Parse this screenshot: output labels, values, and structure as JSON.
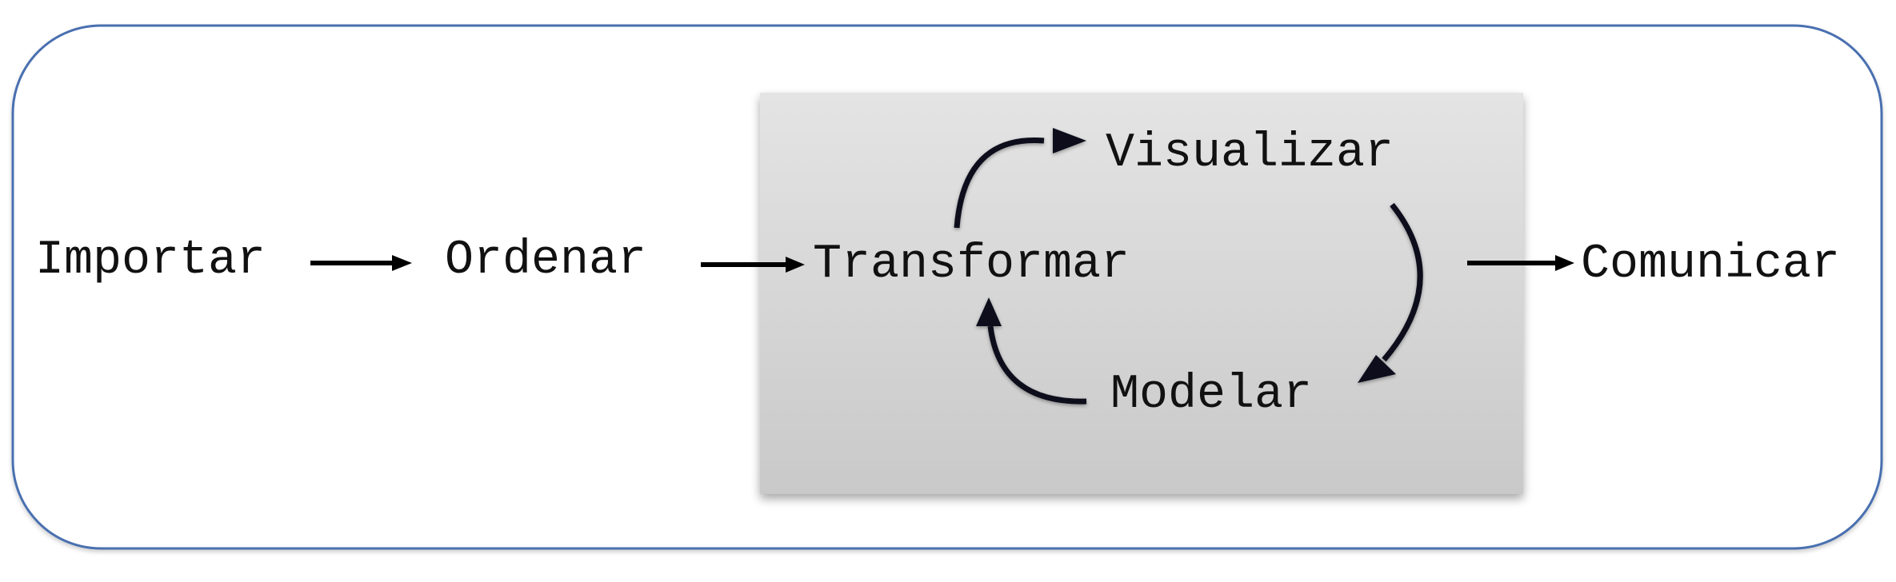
{
  "nodes": {
    "import": "Importar",
    "tidy": "Ordenar",
    "transform": "Transformar",
    "visualize": "Visualizar",
    "model": "Modelar",
    "communicate": "Comunicar"
  },
  "colors": {
    "frame_stroke": "#4a6fb0",
    "panel_top": "#e4e4e4",
    "panel_bottom": "#c9c9c9",
    "arrow": "#000000",
    "cycle_arrow": "#0a0f1e",
    "text": "#111111"
  }
}
